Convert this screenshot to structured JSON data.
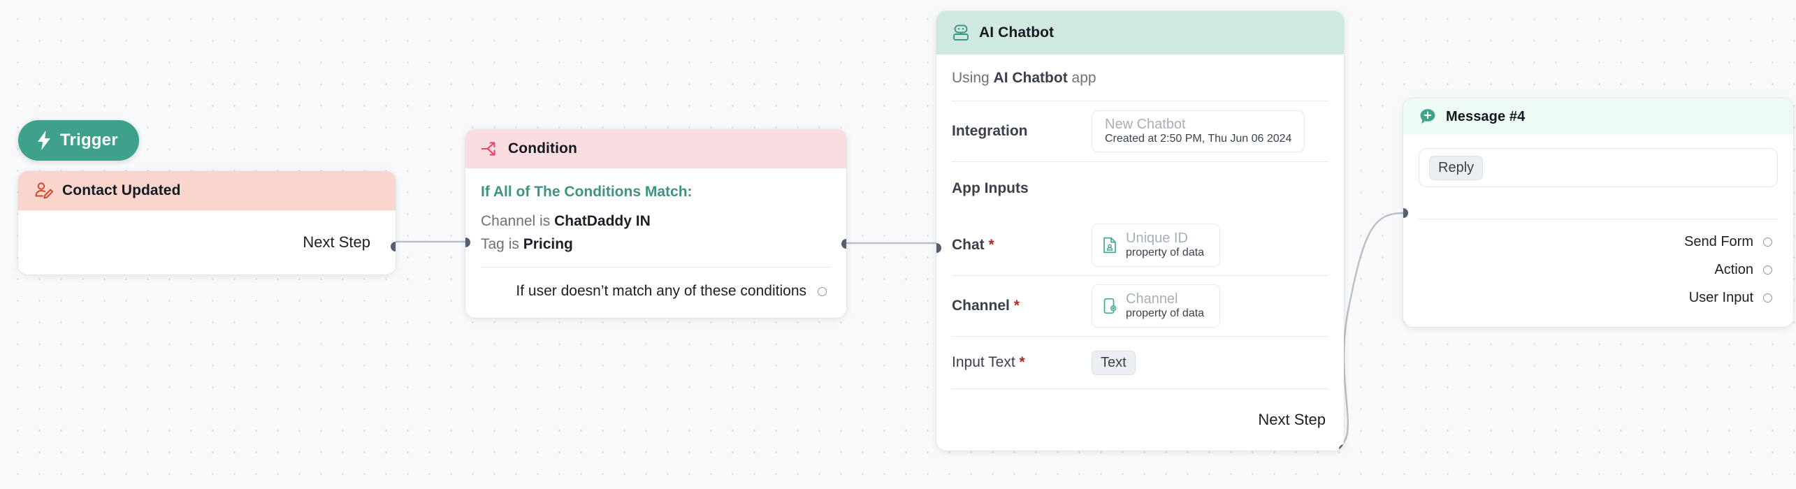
{
  "canvas": {
    "background_color": "#f7f9fb",
    "grid_dot_color": "#d3d8e0",
    "connector_color": "#b9bec7"
  },
  "trigger": {
    "label": "Trigger",
    "icon": "lightning-bolt-icon",
    "color": "#3fa18b"
  },
  "nodes": {
    "contact_updated": {
      "title": "Contact Updated",
      "icon": "contact-edit-icon",
      "header_color": "#f9d5cd",
      "icon_color": "#d1482f",
      "next_step_label": "Next Step"
    },
    "condition": {
      "title": "Condition",
      "icon": "branch-arrows-icon",
      "header_color": "#fadde1",
      "icon_color": "#e2446a",
      "match_heading": "If All of The Conditions Match:",
      "match_heading_color": "#3d9480",
      "rules": [
        {
          "prefix": "Channel is",
          "value": "ChatDaddy IN"
        },
        {
          "prefix": "Tag is",
          "value": "Pricing"
        }
      ],
      "fallback_label": "If user doesn’t match any of these conditions"
    },
    "ai_chatbot": {
      "title": "AI Chatbot",
      "icon": "robot-icon",
      "header_color": "#cfe8e0",
      "icon_color": "#3d9480",
      "using_prefix": "Using",
      "using_app": "AI Chatbot",
      "using_suffix": "app",
      "integration_label": "Integration",
      "integration_value": {
        "name": "New Chatbot",
        "meta": "Created at 2:50 PM, Thu Jun 06 2024"
      },
      "app_inputs_label": "App Inputs",
      "inputs": [
        {
          "label": "Chat",
          "required": "*",
          "icon": "file-person-icon",
          "value": "Unique ID",
          "value_sub": "property of data"
        },
        {
          "label": "Channel",
          "required": "*",
          "icon": "mobile-gear-icon",
          "value": "Channel",
          "value_sub": "property of data"
        }
      ],
      "input_text_label": "Input Text",
      "input_text_required": "*",
      "input_text_chip": "Text",
      "next_step_label": "Next Step"
    },
    "message": {
      "title": "Message #4",
      "icon": "chat-plus-icon",
      "header_color": "#eefaf4",
      "icon_color": "#3fa18b",
      "reply_chip": "Reply",
      "outputs": [
        {
          "label": "Send Form"
        },
        {
          "label": "Action"
        },
        {
          "label": "User Input"
        }
      ]
    }
  }
}
